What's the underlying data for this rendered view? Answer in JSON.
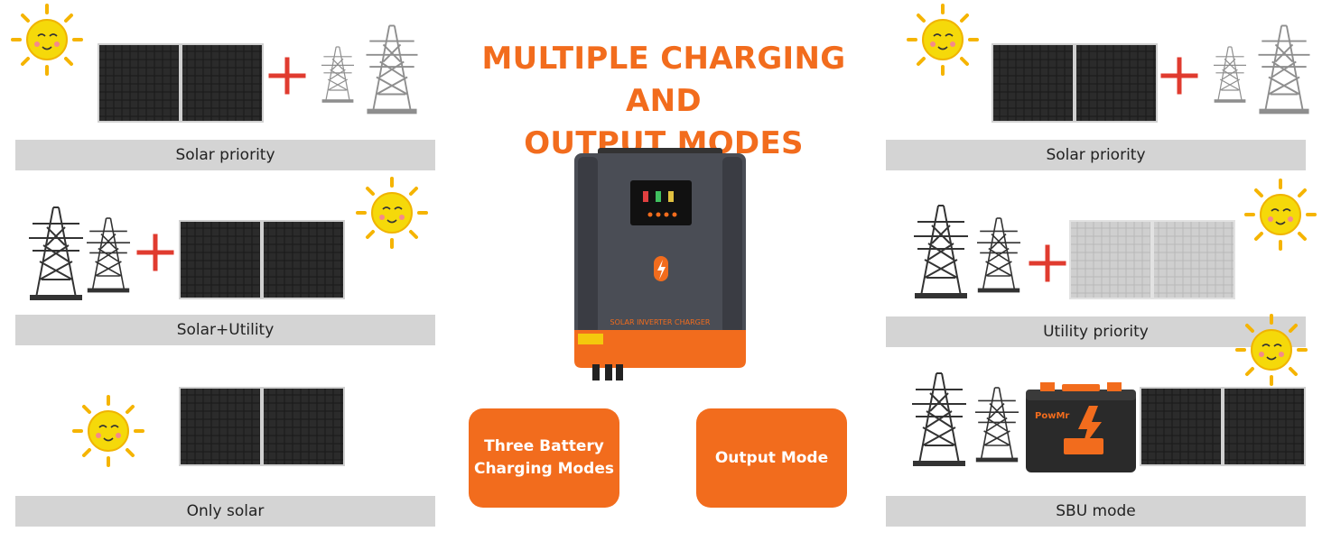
{
  "title": {
    "line1": "MULTIPLE CHARGING AND",
    "line2": "OUTPUT MODES"
  },
  "modes_left": [
    {
      "label": "Solar priority"
    },
    {
      "label": "Solar+Utility"
    },
    {
      "label": "Only solar"
    }
  ],
  "modes_right": [
    {
      "label": "Solar priority"
    },
    {
      "label": "Utility priority"
    },
    {
      "label": "SBU mode"
    }
  ],
  "buttons": {
    "charging": {
      "line1": "Three Battery",
      "line2": "Charging Modes"
    },
    "output": {
      "label": "Output Mode"
    }
  },
  "inverter": {
    "panel_text": "SOLAR INVERTER CHARGER"
  },
  "battery": {
    "brand": "PowMr"
  },
  "icons": [
    "sun-icon",
    "solar-panel-icon",
    "plus-icon",
    "power-tower-icon",
    "inverter-icon",
    "battery-icon"
  ],
  "colors": {
    "accent": "#f26c1d",
    "label_bar": "#d4d4d4",
    "plus": "#e03b2f",
    "sun": "#f5d90a"
  }
}
